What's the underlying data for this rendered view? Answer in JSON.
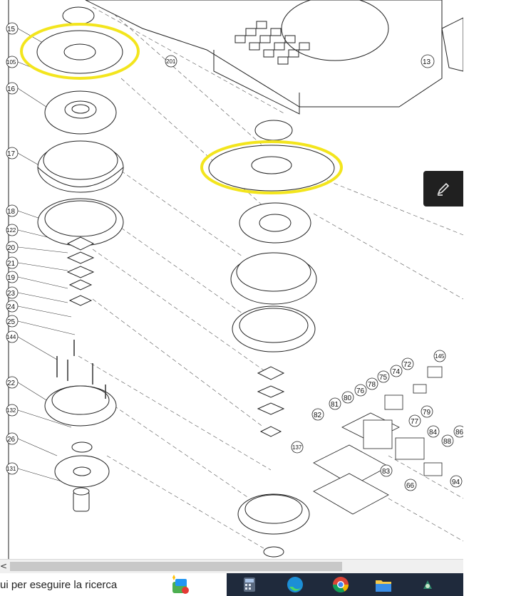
{
  "diagram": {
    "part_numbers": [
      "15",
      "105",
      "16",
      "17",
      "18",
      "122",
      "20",
      "21",
      "19",
      "23",
      "24",
      "25",
      "144",
      "22",
      "132",
      "26",
      "131",
      "13",
      "201",
      "145",
      "72",
      "74",
      "75",
      "78",
      "76",
      "80",
      "81",
      "82",
      "77",
      "79",
      "84",
      "86",
      "88",
      "83",
      "66",
      "94",
      "137"
    ],
    "highlight_color": "#f3e51d"
  },
  "scrollbar": {
    "left_arrow": "<"
  },
  "taskbar": {
    "search_text": "ui per eseguire la ricerca",
    "icons": [
      "widgets-icon",
      "calculator-icon",
      "edge-icon",
      "chrome-icon",
      "file-explorer-icon",
      "app-icon"
    ]
  },
  "tools": {
    "pen_icon": "pen-icon"
  }
}
